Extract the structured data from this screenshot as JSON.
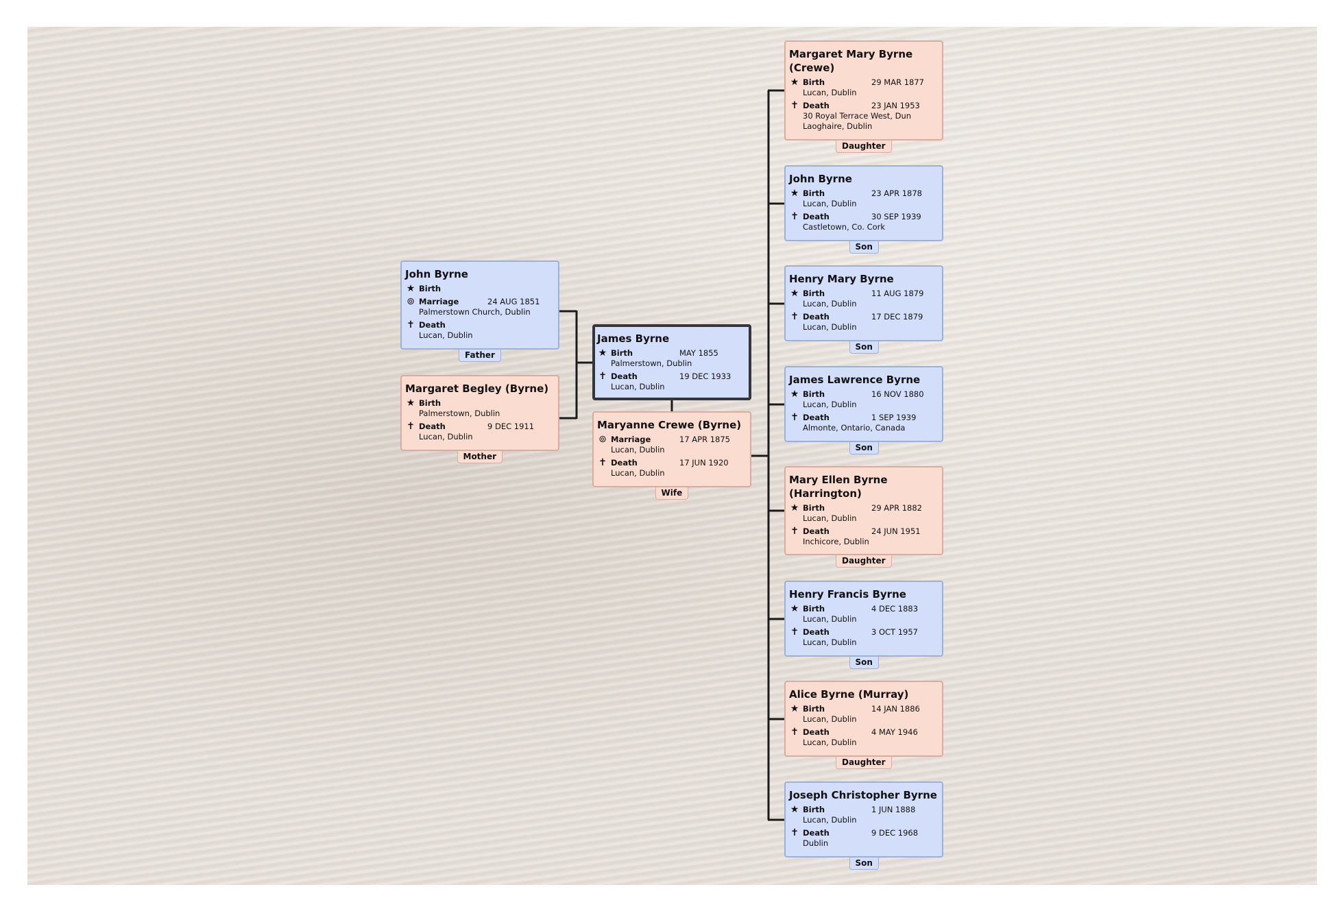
{
  "icons": {
    "birth": "star-icon",
    "marriage": "rings-icon",
    "death": "cross-icon"
  },
  "colors": {
    "male": "#d3defa",
    "female": "#fadcd0",
    "line": "#1a1a1a",
    "focus_border": "#33373d"
  },
  "father": {
    "name": "John Byrne",
    "relation": "Father",
    "events": [
      {
        "type": "birth",
        "label": "Birth",
        "date": "",
        "place": ""
      },
      {
        "type": "marriage",
        "label": "Marriage",
        "date": "24 AUG 1851",
        "place": "Palmerstown Church, Dublin"
      },
      {
        "type": "death",
        "label": "Death",
        "date": "",
        "place": "Lucan, Dublin"
      }
    ]
  },
  "mother": {
    "name": "Margaret Begley (Byrne)",
    "relation": "Mother",
    "events": [
      {
        "type": "birth",
        "label": "Birth",
        "date": "",
        "place": "Palmerstown, Dublin"
      },
      {
        "type": "death",
        "label": "Death",
        "date": "9 DEC 1911",
        "place": "Lucan, Dublin"
      }
    ]
  },
  "focus": {
    "name": "James Byrne",
    "events": [
      {
        "type": "birth",
        "label": "Birth",
        "date": "MAY 1855",
        "place": "Palmerstown, Dublin"
      },
      {
        "type": "death",
        "label": "Death",
        "date": "19 DEC 1933",
        "place": "Lucan, Dublin"
      }
    ]
  },
  "spouse": {
    "name": "Maryanne Crewe (Byrne)",
    "relation": "Wife",
    "events": [
      {
        "type": "marriage",
        "label": "Marriage",
        "date": "17 APR 1875",
        "place": "Lucan, Dublin"
      },
      {
        "type": "death",
        "label": "Death",
        "date": "17 JUN 1920",
        "place": "Lucan, Dublin"
      }
    ]
  },
  "children": [
    {
      "name": "Margaret Mary Byrne (Crewe)",
      "relation": "Daughter",
      "gender": "female",
      "events": [
        {
          "type": "birth",
          "label": "Birth",
          "date": "29 MAR 1877",
          "place": "Lucan, Dublin"
        },
        {
          "type": "death",
          "label": "Death",
          "date": "23 JAN 1953",
          "place": "30 Royal Terrace West, Dun Laoghaire, Dublin"
        }
      ]
    },
    {
      "name": "John Byrne",
      "relation": "Son",
      "gender": "male",
      "events": [
        {
          "type": "birth",
          "label": "Birth",
          "date": "23 APR 1878",
          "place": "Lucan, Dublin"
        },
        {
          "type": "death",
          "label": "Death",
          "date": "30 SEP 1939",
          "place": "Castletown, Co. Cork"
        }
      ]
    },
    {
      "name": "Henry Mary Byrne",
      "relation": "Son",
      "gender": "male",
      "events": [
        {
          "type": "birth",
          "label": "Birth",
          "date": "11 AUG 1879",
          "place": "Lucan, Dublin"
        },
        {
          "type": "death",
          "label": "Death",
          "date": "17 DEC 1879",
          "place": "Lucan, Dublin"
        }
      ]
    },
    {
      "name": "James Lawrence Byrne",
      "relation": "Son",
      "gender": "male",
      "events": [
        {
          "type": "birth",
          "label": "Birth",
          "date": "16 NOV 1880",
          "place": "Lucan, Dublin"
        },
        {
          "type": "death",
          "label": "Death",
          "date": "1 SEP 1939",
          "place": "Almonte, Ontario, Canada"
        }
      ]
    },
    {
      "name": "Mary Ellen Byrne (Harrington)",
      "relation": "Daughter",
      "gender": "female",
      "events": [
        {
          "type": "birth",
          "label": "Birth",
          "date": "29 APR 1882",
          "place": "Lucan, Dublin"
        },
        {
          "type": "death",
          "label": "Death",
          "date": "24 JUN 1951",
          "place": "Inchicore, Dublin"
        }
      ]
    },
    {
      "name": "Henry Francis Byrne",
      "relation": "Son",
      "gender": "male",
      "events": [
        {
          "type": "birth",
          "label": "Birth",
          "date": "4 DEC 1883",
          "place": "Lucan, Dublin"
        },
        {
          "type": "death",
          "label": "Death",
          "date": "3 OCT 1957",
          "place": "Lucan, Dublin"
        }
      ]
    },
    {
      "name": "Alice Byrne (Murray)",
      "relation": "Daughter",
      "gender": "female",
      "events": [
        {
          "type": "birth",
          "label": "Birth",
          "date": "14 JAN 1886",
          "place": "Lucan, Dublin"
        },
        {
          "type": "death",
          "label": "Death",
          "date": "4 MAY 1946",
          "place": "Lucan, Dublin"
        }
      ]
    },
    {
      "name": "Joseph Christopher Byrne",
      "relation": "Son",
      "gender": "male",
      "events": [
        {
          "type": "birth",
          "label": "Birth",
          "date": "1 JUN 1888",
          "place": "Lucan, Dublin"
        },
        {
          "type": "death",
          "label": "Death",
          "date": "9 DEC 1968",
          "place": "Dublin"
        }
      ]
    }
  ]
}
